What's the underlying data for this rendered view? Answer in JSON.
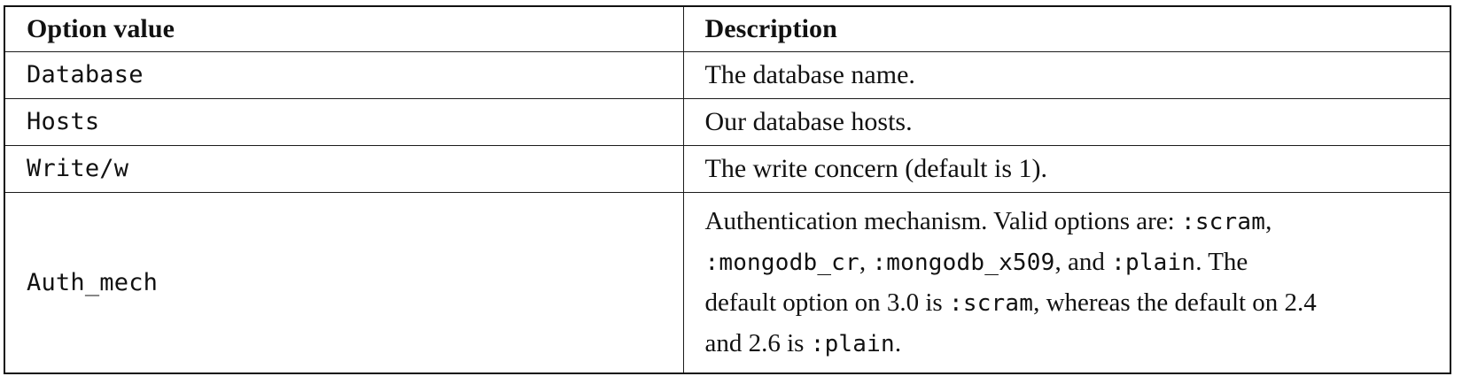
{
  "table": {
    "columns": [
      {
        "key": "option",
        "header": "Option value"
      },
      {
        "key": "description",
        "header": "Description"
      }
    ],
    "rows": [
      {
        "option": "Database",
        "description": "The database name."
      },
      {
        "option": "Hosts",
        "description": "Our database hosts."
      },
      {
        "option": "Write/w",
        "description": "The write concern (default is 1)."
      },
      {
        "option": "Auth_mech",
        "description": "Authentication mechanism. Valid options are: :scram, :mongodb_cr, :mongodb_x509, and :plain. The default option on 3.0 is :scram, whereas the default on 2.4 and 2.6 is :plain.",
        "description_lines": [
          [
            {
              "type": "text",
              "value": "Authentication mechanism. Valid options are: "
            },
            {
              "type": "code",
              "value": ":scram"
            },
            {
              "type": "text",
              "value": ","
            }
          ],
          [
            {
              "type": "code",
              "value": ":mongodb_cr"
            },
            {
              "type": "text",
              "value": ", "
            },
            {
              "type": "code",
              "value": ":mongodb_x509"
            },
            {
              "type": "text",
              "value": ", and "
            },
            {
              "type": "code",
              "value": ":plain"
            },
            {
              "type": "text",
              "value": ". The"
            }
          ],
          [
            {
              "type": "text",
              "value": "default option on 3.0 is "
            },
            {
              "type": "code",
              "value": ":scram"
            },
            {
              "type": "text",
              "value": ", whereas the default on 2.4"
            }
          ],
          [
            {
              "type": "text",
              "value": "and 2.6 is "
            },
            {
              "type": "code",
              "value": ":plain"
            },
            {
              "type": "text",
              "value": "."
            }
          ]
        ]
      }
    ]
  },
  "style": {
    "border_color": "#111111",
    "text_color": "#111111",
    "background": "#ffffff"
  }
}
